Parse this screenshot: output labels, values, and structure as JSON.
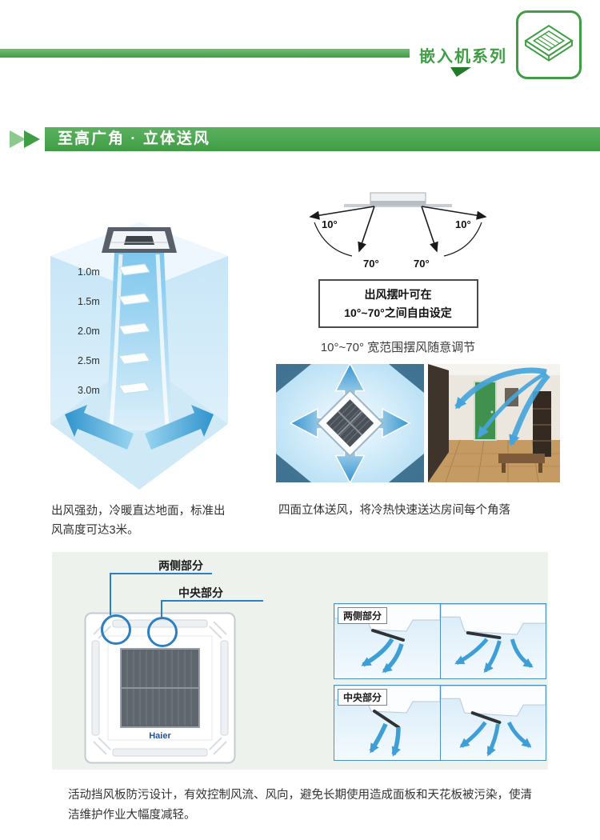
{
  "colors": {
    "brand_green": "#3f9d44",
    "brand_green_light": "#6cb870",
    "airflow_blue": "#3e9fd6",
    "callout_blue": "#2d7fc1",
    "panel_bg": "#edf3ec"
  },
  "header": {
    "series_label": "嵌入机系列"
  },
  "section": {
    "title": "至高广角 · 立体送风"
  },
  "reach_figure": {
    "distance_labels": [
      "1.0m",
      "1.5m",
      "2.0m",
      "2.5m",
      "3.0m"
    ],
    "caption": "出风强劲，冷暖直达地面，标准出风高度可达3米。"
  },
  "swing_figure": {
    "left_angle_small": "10°",
    "left_angle_large": "70°",
    "right_angle_small": "10°",
    "right_angle_large": "70°",
    "note_line1": "出风摆叶可在",
    "note_line2": "10°~70°之间自由设定",
    "caption": "10°~70° 宽范围摆风随意调节"
  },
  "fourway_figure": {
    "caption": "四面立体送风，将冷热快速送达房间每个角落"
  },
  "louver_figure": {
    "callout_side": "两侧部分",
    "callout_center": "中央部分",
    "panel_logo": "Haier",
    "rows": [
      {
        "label": "两侧部分"
      },
      {
        "label": "中央部分"
      }
    ],
    "caption": "活动挡风板防污设计，有效控制风流、风向，避免长期使用造成面板和天花板被污染，使清洁维护作业大幅度减轻。"
  }
}
